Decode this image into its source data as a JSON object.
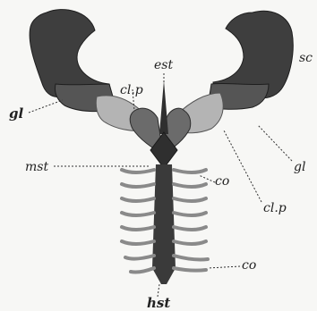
{
  "labels": {
    "sc": "sc",
    "est": "est",
    "cl_p_top": "cl.p",
    "gl_left": "gl",
    "gl_right": "gl",
    "mst": "mst",
    "co_top": "co",
    "cl_p_right": "cl.p",
    "co_bottom": "co",
    "hst": "hst"
  },
  "colors": {
    "scapula": "#3e3e3e",
    "glenoid_blade": "#555555",
    "procoracoid": "#b4b4b4",
    "coracoid": "#6b6b6b",
    "ribs": "#8a8a8a",
    "sternum": "#2f2f2f",
    "leader": "#333333"
  }
}
